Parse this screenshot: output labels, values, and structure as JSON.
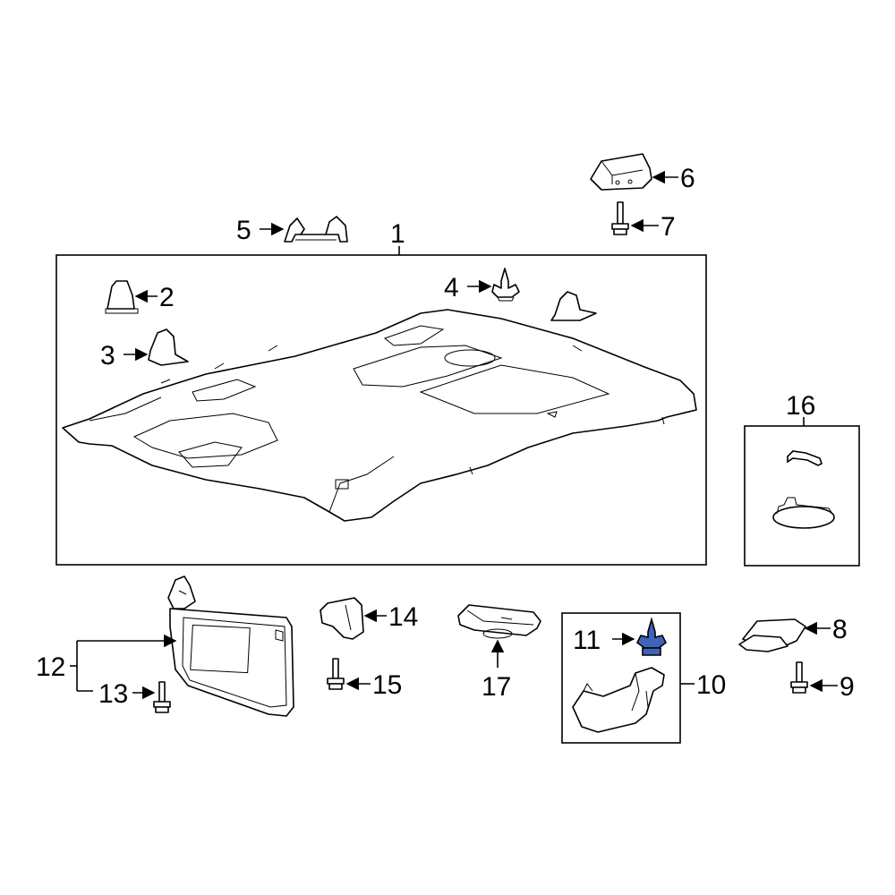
{
  "callouts": {
    "c1": "1",
    "c2": "2",
    "c3": "3",
    "c4": "4",
    "c5": "5",
    "c6": "6",
    "c7": "7",
    "c8": "8",
    "c9": "9",
    "c10": "10",
    "c11": "11",
    "c12": "12",
    "c13": "13",
    "c14": "14",
    "c15": "15",
    "c16": "16",
    "c17": "17"
  },
  "colors": {
    "highlight": "#3f63b8",
    "stroke": "#000000",
    "background": "#ffffff"
  }
}
